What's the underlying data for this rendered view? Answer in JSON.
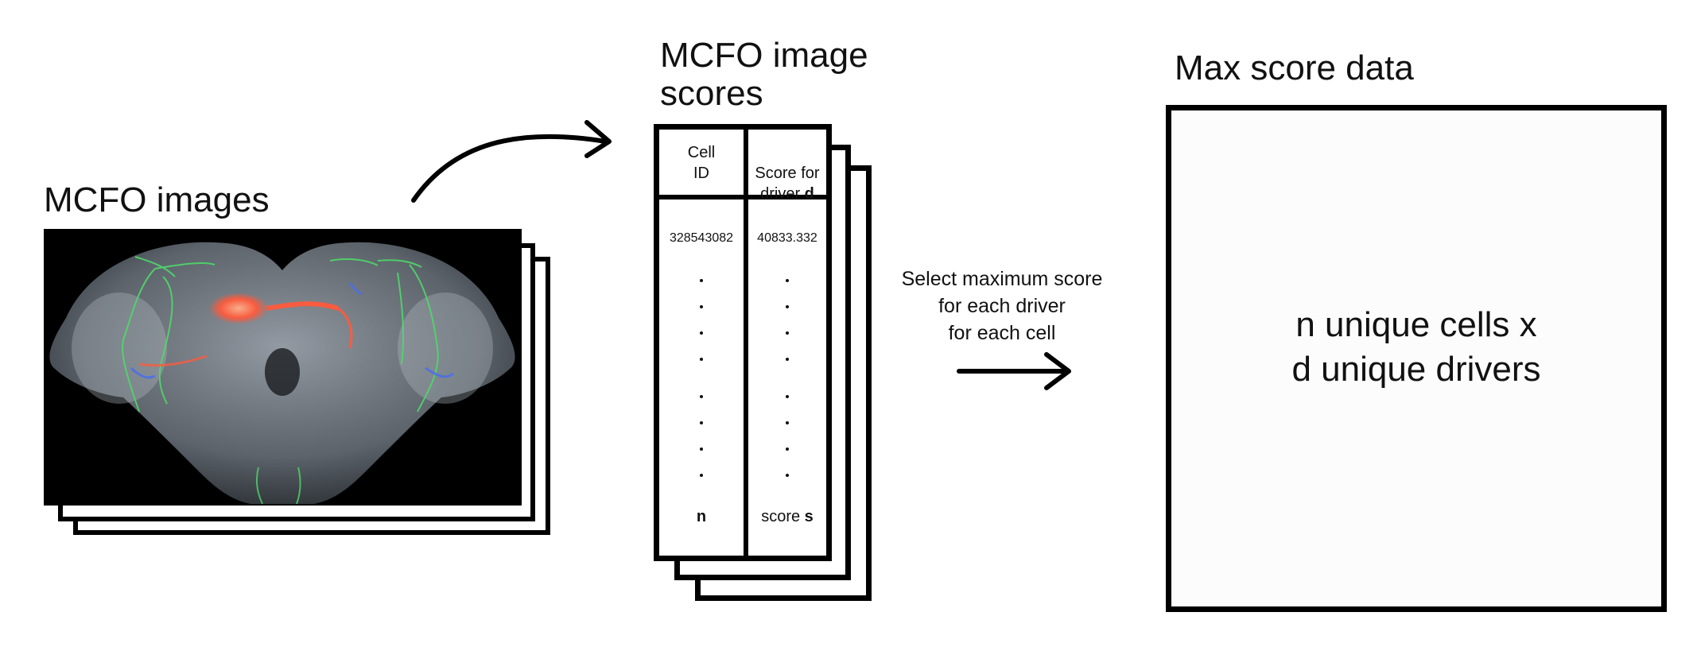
{
  "images_section": {
    "title": "MCFO images"
  },
  "scores_section": {
    "title": "MCFO image\nscores",
    "table": {
      "header_cell_id": "Cell\nID",
      "header_score_prefix": "Score for\ndriver ",
      "header_score_bold": "d",
      "row_cell_id": "328543082",
      "row_score": "40833.332",
      "ellipsis_dot_count": 8,
      "footer_cell_id": "n",
      "footer_score_prefix": "score ",
      "footer_score_bold": "s"
    }
  },
  "transform": {
    "label": "Select maximum score\nfor each driver\nfor each cell"
  },
  "max_section": {
    "title": "Max score data",
    "body": "n unique cells x\nd unique drivers"
  },
  "colors": {
    "ink": "#000000",
    "neuron_green": "#4fd86a",
    "neuron_red": "#ff5a3c",
    "neuron_blue": "#4a6fe8",
    "tissue_gray": "#8a9199"
  }
}
